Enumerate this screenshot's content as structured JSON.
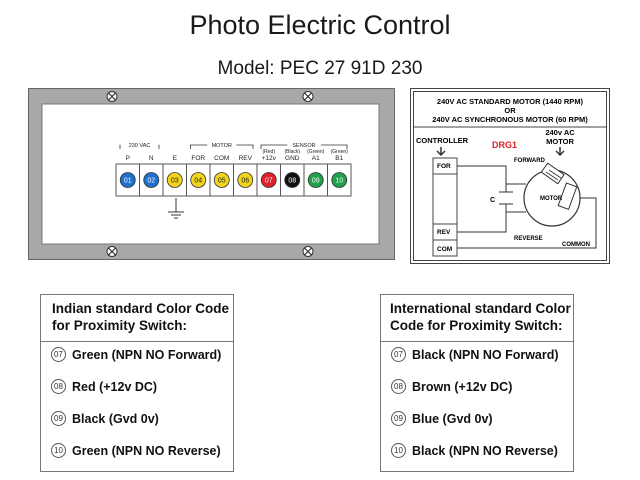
{
  "title": "Photo Electric Control",
  "model": "Model: PEC 27 91D 230",
  "terminal_panel": {
    "groups": [
      {
        "label": "230 VAC",
        "from": 0,
        "to": 1
      },
      {
        "label": "MOTOR",
        "from": 3,
        "to": 5
      },
      {
        "label": "SENSOR",
        "from": 6,
        "to": 9
      }
    ],
    "terminals": [
      {
        "num": "01",
        "label": "P",
        "color_label": "",
        "color": "#1f6fd1",
        "text_color": "#ffffff"
      },
      {
        "num": "02",
        "label": "N",
        "color_label": "",
        "color": "#1f6fd1",
        "text_color": "#ffffff"
      },
      {
        "num": "03",
        "label": "E",
        "color_label": "",
        "color": "#f2d41c",
        "text_color": "#222222"
      },
      {
        "num": "04",
        "label": "FOR",
        "color_label": "",
        "color": "#f2d41c",
        "text_color": "#222222"
      },
      {
        "num": "05",
        "label": "COM",
        "color_label": "",
        "color": "#f2d41c",
        "text_color": "#222222"
      },
      {
        "num": "06",
        "label": "REV",
        "color_label": "",
        "color": "#f2d41c",
        "text_color": "#222222"
      },
      {
        "num": "07",
        "label": "+12v",
        "color_label": "(Red)",
        "color": "#e0202a",
        "text_color": "#ffffff"
      },
      {
        "num": "08",
        "label": "GND",
        "color_label": "(Black)",
        "color": "#111111",
        "text_color": "#ffffff"
      },
      {
        "num": "09",
        "label": "A1",
        "color_label": "(Green)",
        "color": "#1fa04a",
        "text_color": "#ffffff"
      },
      {
        "num": "10",
        "label": "B1",
        "color_label": "(Green)",
        "color": "#1fa04a",
        "text_color": "#ffffff"
      }
    ]
  },
  "motor_diagram": {
    "header_line1": "240V AC STANDARD MOTOR (1440 RPM)",
    "header_or": "OR",
    "header_line2": "240V AC SYNCHRONOUS MOTOR (60 RPM)",
    "controller_label": "CONTROLLER",
    "drg_label": "DRG1",
    "motor_label_line1": "240v AC",
    "motor_label_line2": "MOTOR",
    "terminal_for": "FOR",
    "terminal_rev": "REV",
    "terminal_com": "COM",
    "forward_label": "FORWARD",
    "reverse_label": "REVERSE",
    "common_label": "COMMON",
    "capacitor_label": "C",
    "motor_center_label": "MOTOR",
    "accent_color": "#e0202a"
  },
  "legends": [
    {
      "title_line1": "Indian standard Color Code",
      "title_line2": "for Proximity Switch:",
      "items": [
        {
          "num": "07",
          "text": "Green (NPN NO Forward)"
        },
        {
          "num": "08",
          "text": "Red (+12v DC)"
        },
        {
          "num": "09",
          "text": "Black (Gvd 0v)"
        },
        {
          "num": "10",
          "text": "Green (NPN NO Reverse)"
        }
      ]
    },
    {
      "title_line1": "International standard Color",
      "title_line2": "Code for Proximity Switch:",
      "items": [
        {
          "num": "07",
          "text": "Black (NPN NO Forward)"
        },
        {
          "num": "08",
          "text": "Brown (+12v DC)"
        },
        {
          "num": "09",
          "text": "Blue (Gvd 0v)"
        },
        {
          "num": "10",
          "text": "Black (NPN NO Reverse)"
        }
      ]
    }
  ]
}
